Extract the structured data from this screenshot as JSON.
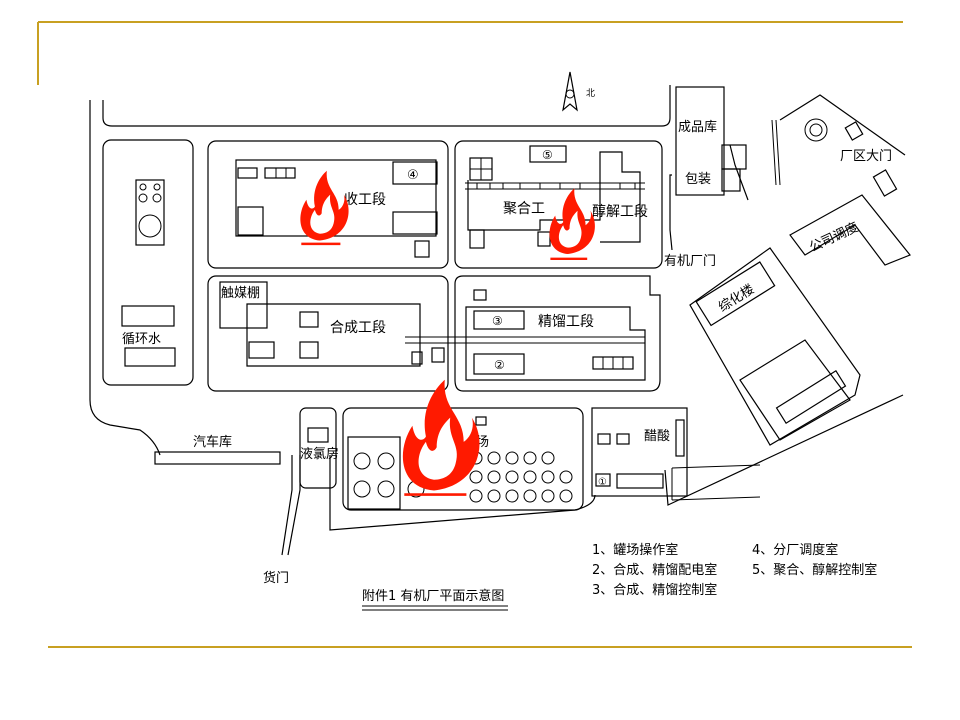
{
  "slide": {
    "accent_color": "#c8a021",
    "caption": "附件1 有机厂平面示意图"
  },
  "compass": {
    "label": "北"
  },
  "areas": {
    "absorb": "收工段",
    "polymer": "聚合工",
    "alcoholysis": "醇解工段",
    "synthesis": "合成工段",
    "distill": "精馏工段",
    "catalyst_shed": "触媒棚",
    "circulating_water": "循环水",
    "garage": "汽车库",
    "liquid_chlorine": "液氯房",
    "tank_field": "场",
    "acetic_acid": "醋酸",
    "product_store": "成品库",
    "packing": "包装",
    "factory_gate": "厂区大门",
    "company_dispatch": "公司调度",
    "general_building": "综化楼",
    "branch_gate": "有机厂门",
    "freight_gate": "货门"
  },
  "markers": {
    "m1": "①",
    "m2": "②",
    "m3": "③",
    "m4": "④",
    "m5": "⑤"
  },
  "legend": {
    "left": [
      "1、罐场操作室",
      "2、合成、精馏配电室",
      "3、合成、精馏控制室"
    ],
    "right": [
      "4、分厂调度室",
      "5、聚合、醇解控制室"
    ]
  },
  "icons": {
    "fire": "fire-icon",
    "compass": "north-arrow-icon",
    "fire_color": "#ff1a00"
  }
}
